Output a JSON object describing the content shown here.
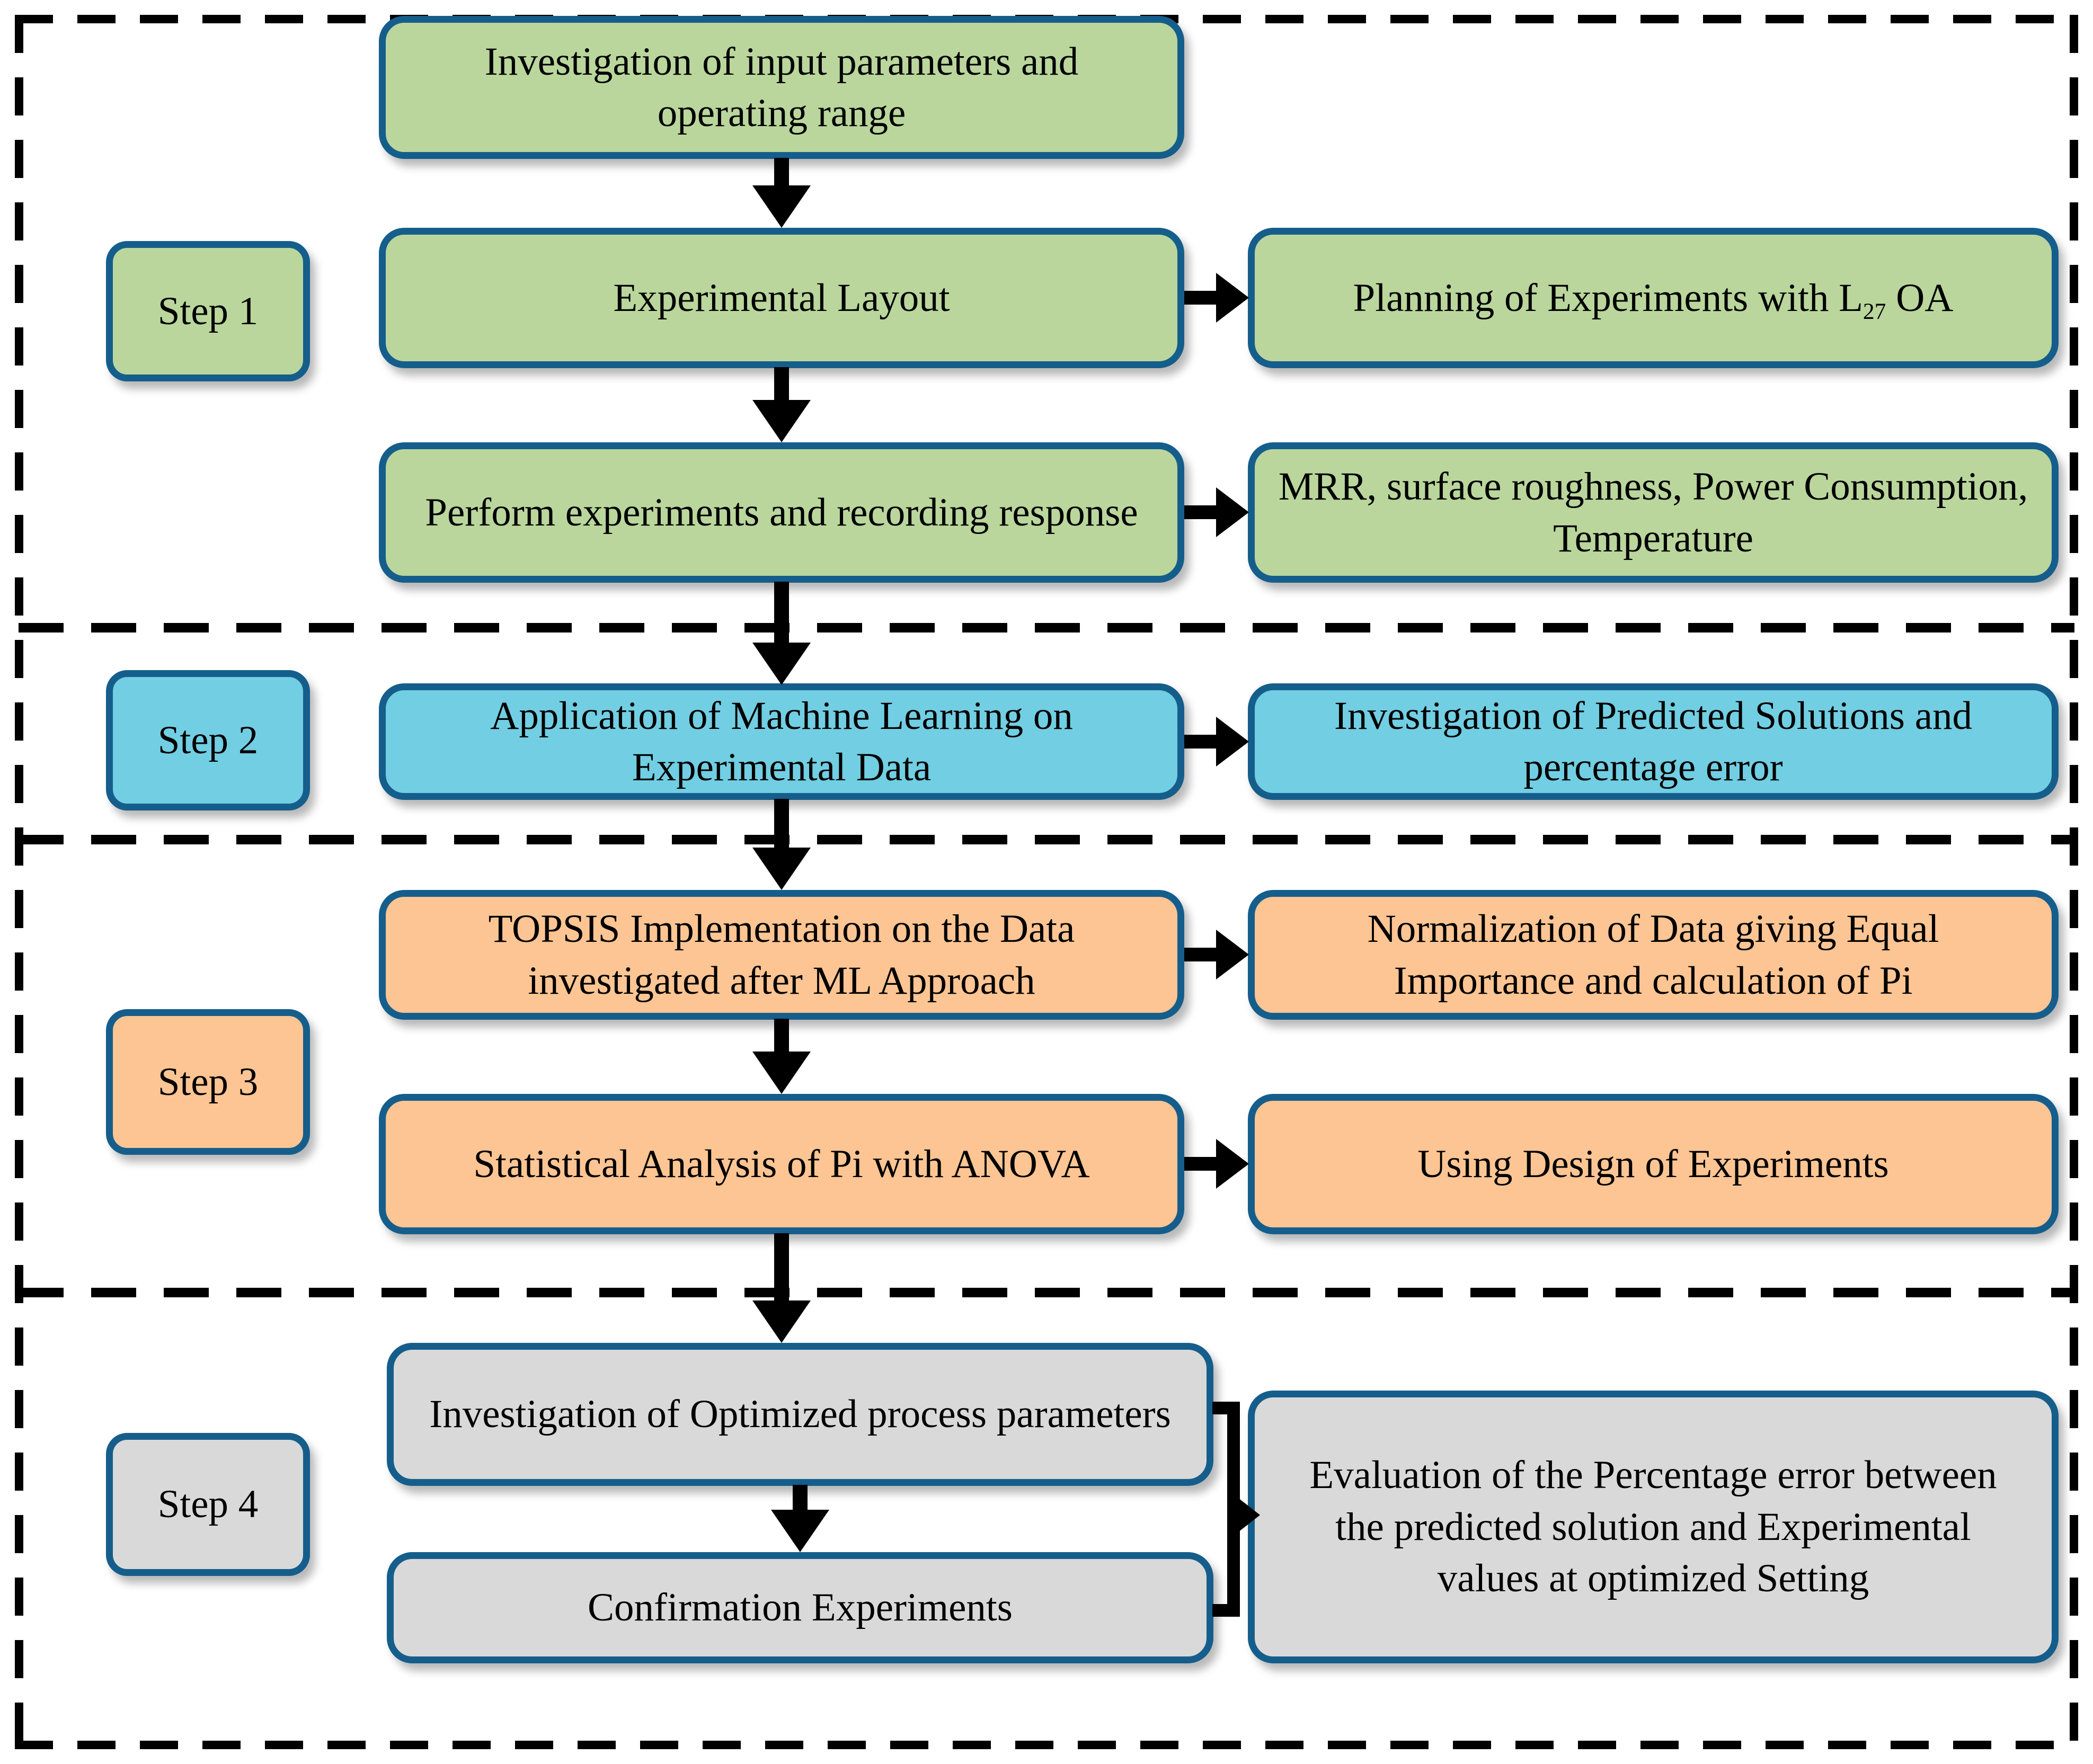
{
  "colors": {
    "box_border": "#155E8C",
    "step1_fill": "#bad69c",
    "step2_fill": "#72cee2",
    "step3_fill": "#fdc593",
    "step4_fill": "#d9d9d9",
    "arrow": "#000000"
  },
  "step1": {
    "label": "Step 1",
    "top_box": "Investigation of input parameters and operating range",
    "row1_main": "Experimental Layout",
    "row1_side_prefix": "Planning of Experiments with L",
    "row1_side_sub": "27",
    "row1_side_suffix": " OA",
    "row2_main": "Perform experiments and recording response",
    "row2_side": "MRR, surface roughness, Power Consumption, Temperature"
  },
  "step2": {
    "label": "Step 2",
    "main": "Application of Machine Learning on Experimental Data",
    "side": "Investigation of Predicted Solutions and percentage error"
  },
  "step3": {
    "label": "Step 3",
    "row1_main": "TOPSIS Implementation on the Data investigated after ML Approach",
    "row1_side": "Normalization of Data giving Equal Importance and calculation of Pi",
    "row2_main": "Statistical Analysis of Pi with ANOVA",
    "row2_side": "Using Design of Experiments"
  },
  "step4": {
    "label": "Step 4",
    "row1_main": "Investigation of Optimized process parameters",
    "row2_main": "Confirmation Experiments",
    "side": "Evaluation of the Percentage error between the predicted solution and Experimental values at optimized Setting"
  }
}
